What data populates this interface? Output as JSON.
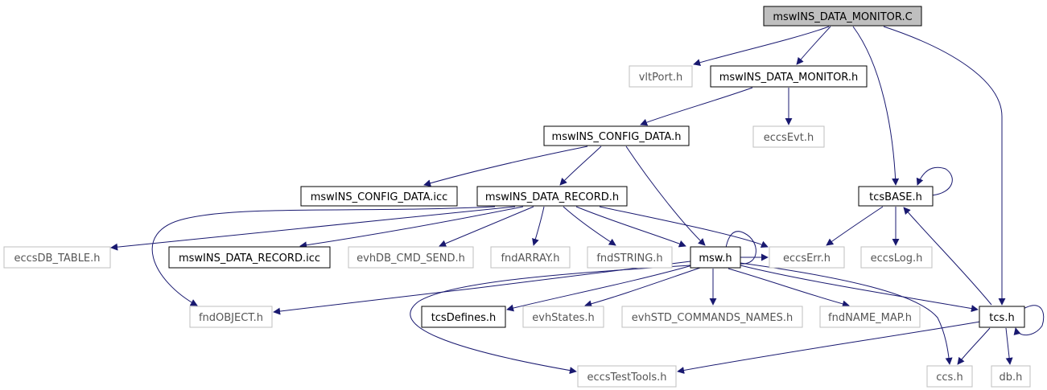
{
  "colors": {
    "edge": "#191970",
    "root_fill": "#bfbfbf",
    "border_documented": "#000000",
    "border_external": "#bfbfbf",
    "text_documented": "#000000",
    "text_external": "#555555"
  },
  "nodes": [
    {
      "id": "root",
      "label": "mswINS_DATA_MONITOR.C",
      "kind": "root"
    },
    {
      "id": "vltPort",
      "label": "vltPort.h",
      "kind": "external"
    },
    {
      "id": "mon_h",
      "label": "mswINS_DATA_MONITOR.h",
      "kind": "documented"
    },
    {
      "id": "cfg_h",
      "label": "mswINS_CONFIG_DATA.h",
      "kind": "documented"
    },
    {
      "id": "eccsEvt",
      "label": "eccsEvt.h",
      "kind": "external"
    },
    {
      "id": "cfg_icc",
      "label": "mswINS_CONFIG_DATA.icc",
      "kind": "documented"
    },
    {
      "id": "rec_h",
      "label": "mswINS_DATA_RECORD.h",
      "kind": "documented"
    },
    {
      "id": "tcsBASE",
      "label": "tcsBASE.h",
      "kind": "documented"
    },
    {
      "id": "dbtable",
      "label": "eccsDB_TABLE.h",
      "kind": "external"
    },
    {
      "id": "rec_icc",
      "label": "mswINS_DATA_RECORD.icc",
      "kind": "documented"
    },
    {
      "id": "evhdb",
      "label": "evhDB_CMD_SEND.h",
      "kind": "external"
    },
    {
      "id": "fndarray",
      "label": "fndARRAY.h",
      "kind": "external"
    },
    {
      "id": "fndstring",
      "label": "fndSTRING.h",
      "kind": "external"
    },
    {
      "id": "msw",
      "label": "msw.h",
      "kind": "documented"
    },
    {
      "id": "eccsErr",
      "label": "eccsErr.h",
      "kind": "external"
    },
    {
      "id": "eccsLog",
      "label": "eccsLog.h",
      "kind": "external"
    },
    {
      "id": "fndobj",
      "label": "fndOBJECT.h",
      "kind": "external"
    },
    {
      "id": "tcsdef",
      "label": "tcsDefines.h",
      "kind": "documented"
    },
    {
      "id": "evhstates",
      "label": "evhStates.h",
      "kind": "external"
    },
    {
      "id": "evhstd",
      "label": "evhSTD_COMMANDS_NAMES.h",
      "kind": "external"
    },
    {
      "id": "fndname",
      "label": "fndNAME_MAP.h",
      "kind": "external"
    },
    {
      "id": "tcs",
      "label": "tcs.h",
      "kind": "documented"
    },
    {
      "id": "testtools",
      "label": "eccsTestTools.h",
      "kind": "external"
    },
    {
      "id": "ccs",
      "label": "ccs.h",
      "kind": "external"
    },
    {
      "id": "db",
      "label": "db.h",
      "kind": "external"
    }
  ],
  "edges": [
    {
      "from": "root",
      "to": "vltPort"
    },
    {
      "from": "root",
      "to": "mon_h"
    },
    {
      "from": "root",
      "to": "tcsBASE"
    },
    {
      "from": "root",
      "to": "tcs"
    },
    {
      "from": "mon_h",
      "to": "cfg_h"
    },
    {
      "from": "mon_h",
      "to": "eccsEvt"
    },
    {
      "from": "cfg_h",
      "to": "cfg_icc"
    },
    {
      "from": "cfg_h",
      "to": "rec_h"
    },
    {
      "from": "cfg_h",
      "to": "msw"
    },
    {
      "from": "rec_h",
      "to": "dbtable"
    },
    {
      "from": "rec_h",
      "to": "rec_icc"
    },
    {
      "from": "rec_h",
      "to": "evhdb"
    },
    {
      "from": "rec_h",
      "to": "fndarray"
    },
    {
      "from": "rec_h",
      "to": "fndstring"
    },
    {
      "from": "rec_h",
      "to": "msw"
    },
    {
      "from": "rec_h",
      "to": "eccsErr"
    },
    {
      "from": "rec_h",
      "to": "fndobj"
    },
    {
      "from": "tcsBASE",
      "to": "tcsBASE"
    },
    {
      "from": "tcsBASE",
      "to": "eccsErr"
    },
    {
      "from": "tcsBASE",
      "to": "eccsLog"
    },
    {
      "from": "msw",
      "to": "msw"
    },
    {
      "from": "msw",
      "to": "eccsErr"
    },
    {
      "from": "msw",
      "to": "fndobj"
    },
    {
      "from": "msw",
      "to": "tcsdef"
    },
    {
      "from": "msw",
      "to": "evhstates"
    },
    {
      "from": "msw",
      "to": "evhstd"
    },
    {
      "from": "msw",
      "to": "fndname"
    },
    {
      "from": "msw",
      "to": "tcs"
    },
    {
      "from": "msw",
      "to": "testtools"
    },
    {
      "from": "msw",
      "to": "ccs"
    },
    {
      "from": "tcs",
      "to": "tcs"
    },
    {
      "from": "tcs",
      "to": "tcsBASE"
    },
    {
      "from": "tcs",
      "to": "testtools"
    },
    {
      "from": "tcs",
      "to": "ccs"
    },
    {
      "from": "tcs",
      "to": "db"
    }
  ]
}
